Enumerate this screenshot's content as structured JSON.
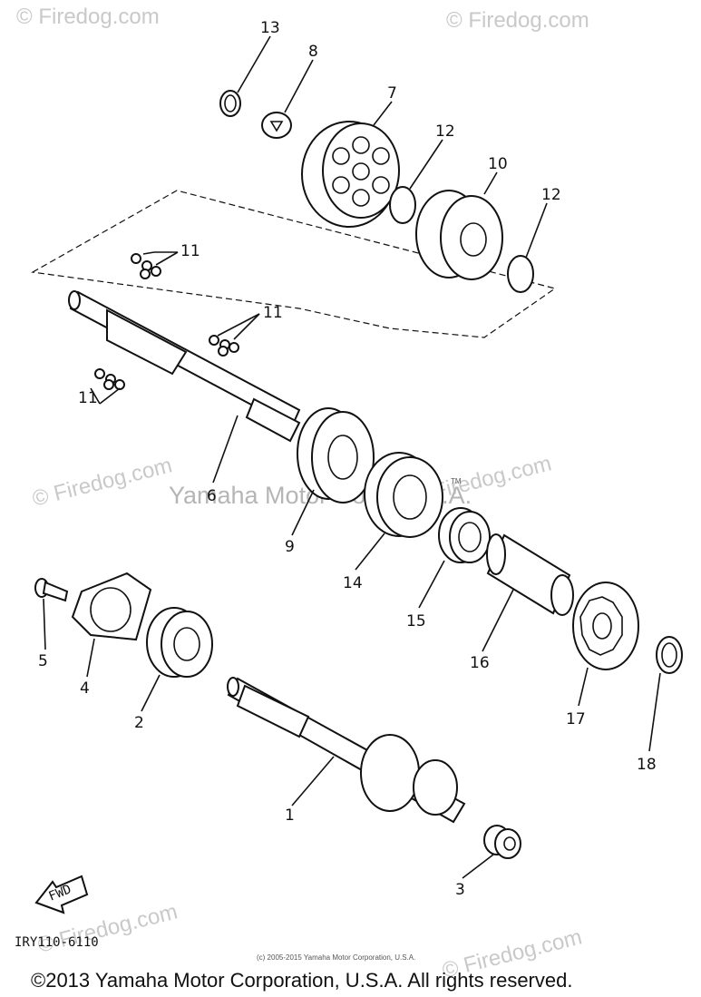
{
  "diagram": {
    "callouts": [
      {
        "id": "c13",
        "text": "13"
      },
      {
        "id": "c8",
        "text": "8"
      },
      {
        "id": "c7",
        "text": "7"
      },
      {
        "id": "c12a",
        "text": "12"
      },
      {
        "id": "c10",
        "text": "10"
      },
      {
        "id": "c12b",
        "text": "12"
      },
      {
        "id": "c11a",
        "text": "11"
      },
      {
        "id": "c11b",
        "text": "11"
      },
      {
        "id": "c11c",
        "text": "11"
      },
      {
        "id": "c6",
        "text": "6"
      },
      {
        "id": "c9",
        "text": "9"
      },
      {
        "id": "c14",
        "text": "14"
      },
      {
        "id": "c15",
        "text": "15"
      },
      {
        "id": "c16",
        "text": "16"
      },
      {
        "id": "c5",
        "text": "5"
      },
      {
        "id": "c4",
        "text": "4"
      },
      {
        "id": "c2",
        "text": "2"
      },
      {
        "id": "c17",
        "text": "17"
      },
      {
        "id": "c18",
        "text": "18"
      },
      {
        "id": "c1",
        "text": "1"
      },
      {
        "id": "c3",
        "text": "3"
      }
    ],
    "fwd_label": "FWD",
    "drawing_code": "IRY110-6110",
    "small_copyright": "(c) 2005-2015 Yamaha Motor Corporation, U.S.A."
  },
  "watermarks": {
    "firedog": "© Firedog.com",
    "firedog_plain": "Firedog.com",
    "yamaha": "Yamaha Motor Corp. U.S.A.",
    "tm": "TM"
  },
  "footer": {
    "copyright": "©2013 Yamaha Motor Corporation, U.S.A. All rights reserved."
  }
}
